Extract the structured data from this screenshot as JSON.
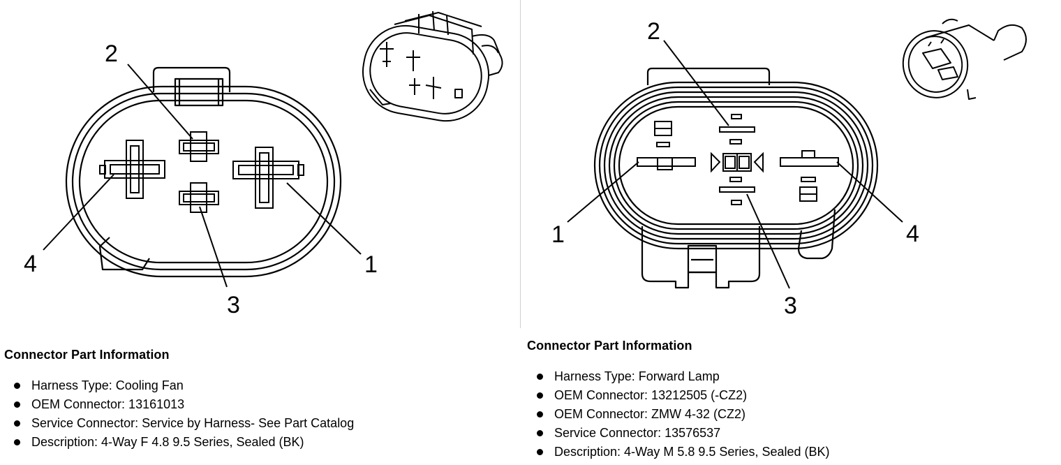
{
  "left": {
    "pin_labels": {
      "p1": "1",
      "p2": "2",
      "p3": "3",
      "p4": "4"
    },
    "info": {
      "heading": "Connector Part Information",
      "items": [
        "Harness Type: Cooling Fan",
        "OEM Connector: 13161013",
        "Service Connector: Service by Harness- See Part Catalog",
        "Description: 4-Way F 4.8 9.5 Series, Sealed (BK)"
      ]
    }
  },
  "right": {
    "pin_labels": {
      "p1": "1",
      "p2": "2",
      "p3": "3",
      "p4": "4"
    },
    "info": {
      "heading": "Connector Part Information",
      "items": [
        "Harness Type: Forward Lamp",
        "OEM Connector: 13212505 (-CZ2)",
        "OEM Connector: ZMW 4-32 (CZ2)",
        "Service Connector: 13576537",
        "Description: 4-Way M 5.8 9.5 Series, Sealed (BK)"
      ]
    }
  }
}
